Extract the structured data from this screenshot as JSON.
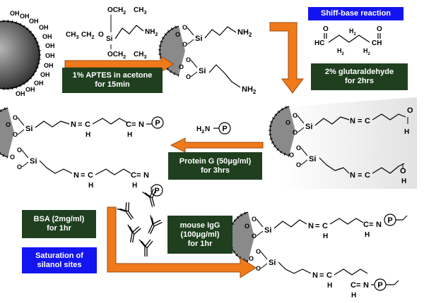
{
  "colors": {
    "arrow": "#f07a1a",
    "arrow_stroke": "#9a4a10",
    "step_box": "#1f3f1f",
    "note_box": "#1414f0",
    "particle": "#6a6a6a"
  },
  "steps": [
    {
      "label_lines": [
        "1% APTES in acetone",
        "for 15min"
      ]
    },
    {
      "label_lines": [
        "2% glutaraldehyde",
        "for 2hrs"
      ]
    },
    {
      "label_lines": [
        "Protein G  (50μg/ml)",
        "for 3hrs"
      ]
    },
    {
      "label_lines": [
        "BSA (2mg/ml)",
        "for 1hr"
      ]
    },
    {
      "label_lines": [
        "mouse IgG",
        "(100μg/ml)",
        "for 1hr"
      ]
    }
  ],
  "notes": [
    {
      "text": "Shiff-base reaction"
    },
    {
      "label_lines": [
        "Saturation of",
        "silanol sites"
      ]
    }
  ],
  "chem": {
    "oh": "OH",
    "o": "O",
    "si": "Si",
    "nh2": "NH",
    "sub2": "2",
    "och": "OCH",
    "ch": "CH",
    "ethoxy_prefix": "CH",
    "h": "H",
    "h2": "H",
    "n": "N",
    "c": "C",
    "eq": "=",
    "hc": "HC",
    "p": "P"
  }
}
